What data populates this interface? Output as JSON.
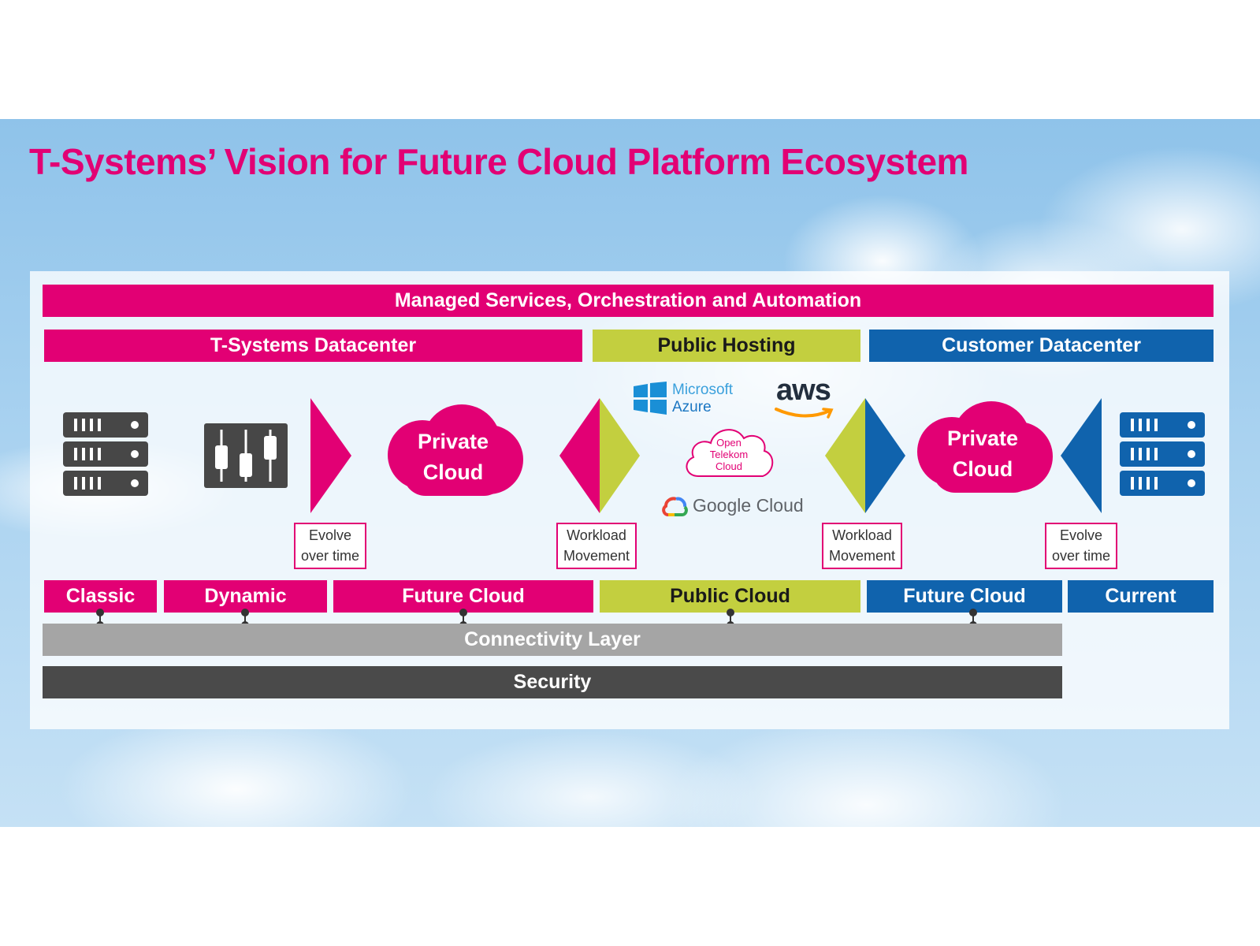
{
  "title": "T-Systems’ Vision for Future Cloud Platform Ecosystem",
  "top_bar": "Managed Services, Orchestration and Automation",
  "zones": {
    "tsystems_dc": "T-Systems Datacenter",
    "public_hosting": "Public Hosting",
    "customer_dc": "Customer Datacenter"
  },
  "clouds": {
    "left": {
      "line1": "Private",
      "line2": "Cloud"
    },
    "right": {
      "line1": "Private",
      "line2": "Cloud"
    },
    "open_telekom": {
      "line1": "Open",
      "line2": "Telekom",
      "line3": "Cloud"
    }
  },
  "logos": {
    "azure_line1": "Microsoft",
    "azure_line2": "Azure",
    "aws": "aws",
    "google": "Google",
    "google_suffix": "Cloud"
  },
  "labels": {
    "evolve_left": {
      "line1": "Evolve",
      "line2": "over time"
    },
    "workload_left": {
      "line1": "Workload",
      "line2": "Movement"
    },
    "workload_right": {
      "line1": "Workload",
      "line2": "Movement"
    },
    "evolve_right": {
      "line1": "Evolve",
      "line2": "over time"
    }
  },
  "categories": {
    "classic": "Classic",
    "dynamic": "Dynamic",
    "future_cloud_left": "Future Cloud",
    "public_cloud": "Public Cloud",
    "future_cloud_right": "Future Cloud",
    "current": "Current"
  },
  "layers": {
    "connectivity": "Connectivity Layer",
    "security": "Security"
  },
  "colors": {
    "magenta": "#e20074",
    "green": "#c3cf3f",
    "blue": "#1063ad",
    "grey": "#a5a5a5",
    "dark": "#4a4a4a"
  },
  "icons": [
    "server-rack-icon",
    "mixer-sliders-icon",
    "server-rack-icon"
  ]
}
